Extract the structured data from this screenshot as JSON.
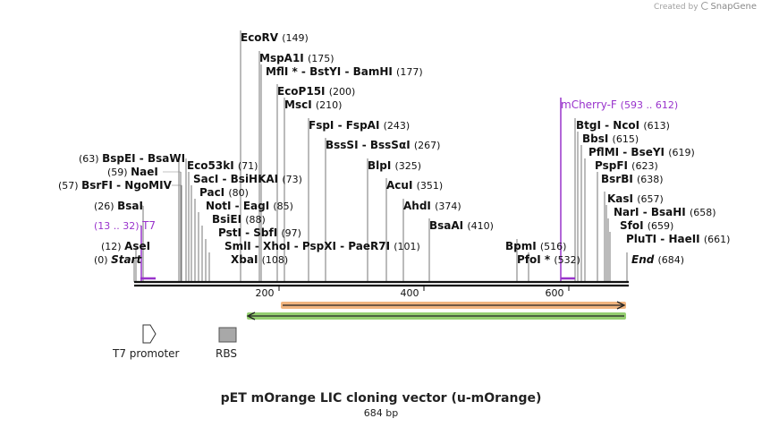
{
  "credit": {
    "prefix": "Created by",
    "brand": "SnapGene"
  },
  "title": "pET mOrange LIC cloning vector (u-mOrange)",
  "length_label": "684 bp",
  "colors": {
    "primer": "#9933cc",
    "feature_orange": "#e8832a",
    "feature_green": "#66bb33",
    "rbs": "#a8a8a8",
    "text": "#111111"
  },
  "ticks": [
    "200",
    "400",
    "600"
  ],
  "labels": [
    {
      "name": "EcoRV",
      "pos": "(149)"
    },
    {
      "name": "MspA1I",
      "pos": "(175)"
    },
    {
      "name": "MflI * - BstYI - BamHI",
      "pos": "(177)"
    },
    {
      "name": "EcoP15I",
      "pos": "(200)"
    },
    {
      "name": "MscI",
      "pos": "(210)"
    },
    {
      "name": "FspI - FspAI",
      "pos": "(243)"
    },
    {
      "name": "BssSI - BssSαI",
      "pos": "(267)"
    },
    {
      "name": "BlpI",
      "pos": "(325)"
    },
    {
      "name": "AcuI",
      "pos": "(351)"
    },
    {
      "name": "AhdI",
      "pos": "(374)"
    },
    {
      "name": "BsaAI",
      "pos": "(410)"
    },
    {
      "name": "BpmI",
      "pos": "(516)"
    },
    {
      "name": "PfoI *",
      "pos": "(532)"
    },
    {
      "name": "BspEI - BsaWI",
      "pos": "(63)"
    },
    {
      "name": "NaeI",
      "pos": "(59)"
    },
    {
      "name": "BsrFI - NgoMIV",
      "pos": "(57)"
    },
    {
      "name": "BsaI",
      "pos": "(26)"
    },
    {
      "name": "T7",
      "pos": "(13 .. 32)"
    },
    {
      "name": "AseI",
      "pos": "(12)"
    },
    {
      "name": "Start",
      "pos": "(0)"
    },
    {
      "name": "Eco53kI",
      "pos": "(71)"
    },
    {
      "name": "SacI - BsiHKAI",
      "pos": "(73)"
    },
    {
      "name": "PacI",
      "pos": "(80)"
    },
    {
      "name": "NotI - EagI",
      "pos": "(85)"
    },
    {
      "name": "BsiEI",
      "pos": "(88)"
    },
    {
      "name": "PstI - SbfI",
      "pos": "(97)"
    },
    {
      "name": "SmlI - XhoI - PspXI - PaeR7I",
      "pos": "(101)"
    },
    {
      "name": "XbaI",
      "pos": "(108)"
    },
    {
      "name": "mCherry-F",
      "pos": "(593 .. 612)"
    },
    {
      "name": "BtgI - NcoI",
      "pos": "(613)"
    },
    {
      "name": "BbsI",
      "pos": "(615)"
    },
    {
      "name": "PflMI - BseYI",
      "pos": "(619)"
    },
    {
      "name": "PspFI",
      "pos": "(623)"
    },
    {
      "name": "BsrBI",
      "pos": "(638)"
    },
    {
      "name": "KasI",
      "pos": "(657)"
    },
    {
      "name": "NarI - BsaHI",
      "pos": "(658)"
    },
    {
      "name": "SfoI",
      "pos": "(659)"
    },
    {
      "name": "PluTI - HaeII",
      "pos": "(661)"
    },
    {
      "name": "End",
      "pos": "(684)"
    }
  ],
  "legend": {
    "promoter": "T7 promoter",
    "rbs": "RBS"
  }
}
